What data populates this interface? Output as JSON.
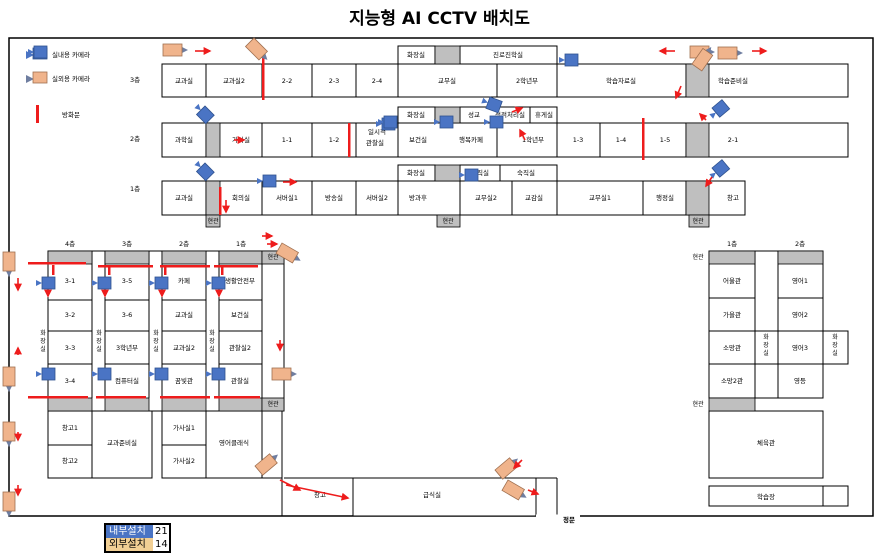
{
  "title": "지능형 AI CCTV 배치도",
  "legend": {
    "indoor_camera": "실내용 카메라",
    "outdoor_camera": "실외용 카메라",
    "crime_door": "방화문"
  },
  "counts": [
    {
      "label": "내부설치",
      "value": "21"
    },
    {
      "label": "외부설치",
      "value": "14"
    }
  ],
  "floors": {
    "f1": "1층",
    "f2": "2층",
    "f3": "3층",
    "f4": "4층"
  },
  "entrance_label": "현관",
  "main_gate_label": "정문",
  "colors": {
    "indoor": "#4a74c4",
    "outdoor": "#f0b48c",
    "door": "#ee1c1c",
    "stair": "#bfbfbf"
  },
  "rooms": [
    {
      "id": "f3-1",
      "label": "교과실"
    },
    {
      "id": "f3-2",
      "label": "교과실2"
    },
    {
      "id": "f3-3",
      "label": "2-2"
    },
    {
      "id": "f3-4",
      "label": "2-3"
    },
    {
      "id": "f3-5",
      "label": "2-4"
    },
    {
      "id": "f3-6",
      "label": "화장실"
    },
    {
      "id": "f3-7",
      "label": "진로진학실"
    },
    {
      "id": "f3-8",
      "label": "교무실"
    },
    {
      "id": "f3-9",
      "label": "2학년부"
    },
    {
      "id": "f3-10",
      "label": "학습자료실"
    },
    {
      "id": "f3-11",
      "label": "학습준비실"
    },
    {
      "id": "f2-1",
      "label": "과학실"
    },
    {
      "id": "f2-2",
      "label": "가사실"
    },
    {
      "id": "f2-3",
      "label": "1-1"
    },
    {
      "id": "f2-4",
      "label": "1-2"
    },
    {
      "id": "f2-5",
      "label": "일시적"
    },
    {
      "id": "f2-5b",
      "label": "관찰실"
    },
    {
      "id": "f2-6",
      "label": "화장실"
    },
    {
      "id": "f2-7",
      "label": "보건실"
    },
    {
      "id": "f2-8",
      "label": "성교"
    },
    {
      "id": "f2-9",
      "label": "성적처리실"
    },
    {
      "id": "f2-10",
      "label": "휴게실"
    },
    {
      "id": "f2-11",
      "label": "행복카페"
    },
    {
      "id": "f2-12",
      "label": "1학년부"
    },
    {
      "id": "f2-13",
      "label": "1-3"
    },
    {
      "id": "f2-14",
      "label": "1-4"
    },
    {
      "id": "f2-15",
      "label": "1-5"
    },
    {
      "id": "f2-16",
      "label": "2-1"
    },
    {
      "id": "f1-1",
      "label": "교과실"
    },
    {
      "id": "f1-2",
      "label": "회의실"
    },
    {
      "id": "f1-3",
      "label": "서버실1"
    },
    {
      "id": "f1-4",
      "label": "방송실"
    },
    {
      "id": "f1-5",
      "label": "서버실2"
    },
    {
      "id": "f1-6",
      "label": "화장실"
    },
    {
      "id": "f1-7",
      "label": "방과후"
    },
    {
      "id": "f1-8",
      "label": "당직실"
    },
    {
      "id": "f1-9",
      "label": "숙직실"
    },
    {
      "id": "f1-10",
      "label": "교무실2"
    },
    {
      "id": "f1-11",
      "label": "교감실"
    },
    {
      "id": "f1-12",
      "label": "교무실1"
    },
    {
      "id": "f1-13",
      "label": "행정실"
    },
    {
      "id": "f1-14",
      "label": "창고"
    },
    {
      "id": "w-1",
      "label": "3-1"
    },
    {
      "id": "w-2",
      "label": "3-2"
    },
    {
      "id": "w-3",
      "label": "3-3"
    },
    {
      "id": "w-4",
      "label": "3-4"
    },
    {
      "id": "w-5",
      "label": "3-5"
    },
    {
      "id": "w-6",
      "label": "3-6"
    },
    {
      "id": "w-7",
      "label": "3학년부"
    },
    {
      "id": "w-8",
      "label": "컴퓨터실"
    },
    {
      "id": "w-9",
      "label": "카페"
    },
    {
      "id": "w-10",
      "label": "교과실"
    },
    {
      "id": "w-11",
      "label": "교과실2"
    },
    {
      "id": "w-12",
      "label": "꿈빛관"
    },
    {
      "id": "w-13",
      "label": "생활안전부"
    },
    {
      "id": "w-14",
      "label": "보건실"
    },
    {
      "id": "w-15",
      "label": "관찰실2"
    },
    {
      "id": "w-16",
      "label": "관찰실"
    },
    {
      "id": "w-17",
      "label": "창고1"
    },
    {
      "id": "w-18",
      "label": "창고2"
    },
    {
      "id": "w-19",
      "label": "교과준비실"
    },
    {
      "id": "w-20",
      "label": "가사실1"
    },
    {
      "id": "w-21",
      "label": "가사실2"
    },
    {
      "id": "w-22",
      "label": "영어클래식"
    },
    {
      "id": "w-t1",
      "label": "화장실"
    },
    {
      "id": "w-t2",
      "label": "화장실"
    },
    {
      "id": "w-t3",
      "label": "화장실"
    },
    {
      "id": "w-t4",
      "label": "화장실"
    },
    {
      "id": "e-1",
      "label": "어울관"
    },
    {
      "id": "e-2",
      "label": "가을관"
    },
    {
      "id": "e-3",
      "label": "소망관"
    },
    {
      "id": "e-4",
      "label": "소망2관"
    },
    {
      "id": "e-5",
      "label": "영어1"
    },
    {
      "id": "e-6",
      "label": "영어2"
    },
    {
      "id": "e-7",
      "label": "영어3"
    },
    {
      "id": "e-8",
      "label": "영등"
    },
    {
      "id": "e-t1",
      "label": "화장실"
    },
    {
      "id": "e-t2",
      "label": "화장실"
    },
    {
      "id": "e-9",
      "label": "체육관"
    },
    {
      "id": "e-10",
      "label": "학습장"
    },
    {
      "id": "s-1",
      "label": "창고"
    },
    {
      "id": "s-2",
      "label": "급식실"
    }
  ]
}
